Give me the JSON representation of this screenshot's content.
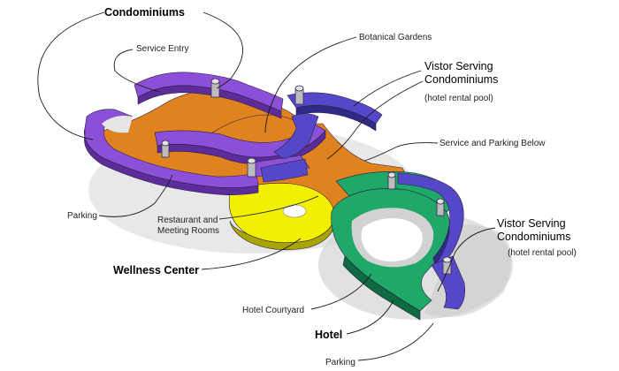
{
  "labels": {
    "condominiums": "Condominiums",
    "service_entry": "Service Entry",
    "botanical_gardens": "Botanical Gardens",
    "visitor_condos_top_line1": "Vistor Serving",
    "visitor_condos_top_line2": "Condominiums",
    "visitor_condos_top_note": "(hotel rental  pool)",
    "service_parking_below": "Service and Parking Below",
    "parking_left": "Parking",
    "restaurant_line1": "Restaurant and",
    "restaurant_line2": "Meeting Rooms",
    "visitor_condos_right_line1": "Vistor  Serving",
    "visitor_condos_right_line2": "Condominiums",
    "visitor_condos_right_note": "(hotel rental  pool)",
    "wellness_center": "Wellness Center",
    "hotel_courtyard": "Hotel Courtyard",
    "hotel": "Hotel",
    "parking_bottom": "Parking"
  },
  "colors": {
    "condominiums": "#8b4fd8",
    "condominiums_dark": "#5b2c9a",
    "visitor_condos": "#5548c8",
    "visitor_condos_dark": "#302a86",
    "hotel": "#1fa86a",
    "hotel_dark": "#0e6a40",
    "wellness": "#f2f000",
    "wellness_dark": "#a8a500",
    "podium": "#e0821e",
    "podium_dark": "#8a4a10",
    "courtyard_ring": "#c8c8c8",
    "shadow": "#cfcfcf"
  }
}
